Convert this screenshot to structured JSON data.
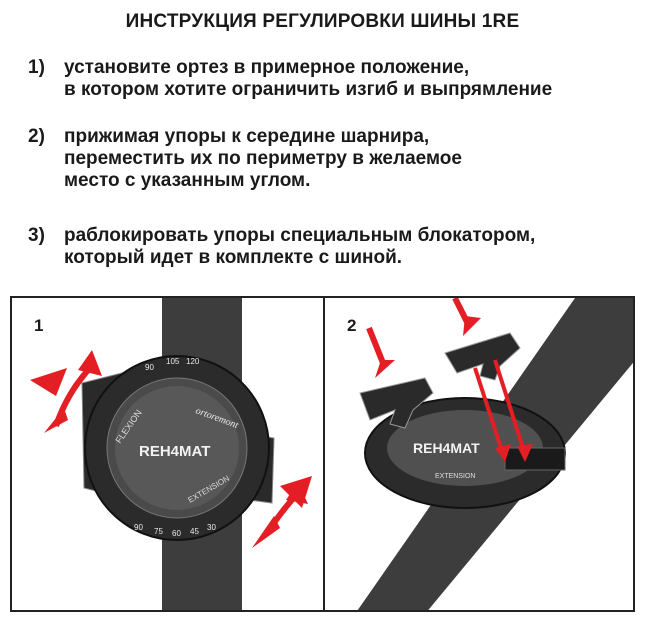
{
  "title": "ИНСТРУКЦИЯ РЕГУЛИРОВКИ ШИНЫ 1RE",
  "steps": [
    {
      "num": "1)",
      "text": "установите ортез в примерное положение,\nв котором хотите ограничить изгиб и выпрямление"
    },
    {
      "num": "2)",
      "text": "прижимая упоры к середине шарнира,\nпереместить их по периметру в желаемое\nместо с указанным углом."
    },
    {
      "num": "3)",
      "text": "раблокировать упоры специальным блокатором,\nкоторый идет в комплекте с шиной."
    }
  ],
  "panels": [
    {
      "number": "1",
      "brand": "REH4MAT",
      "logo_script": "ortoremont",
      "flexion_label": "FLEXION",
      "extension_label": "EXTENSION",
      "scale_top": [
        "90",
        "105",
        "120"
      ],
      "scale_bottom": [
        "90",
        "75",
        "60",
        "45",
        "30"
      ]
    },
    {
      "number": "2",
      "brand": "REH4MAT",
      "extension_label": "EXTENSION"
    }
  ],
  "colors": {
    "arrow": "#e31e24",
    "strap": "#3a3a3a",
    "dial": "#222222",
    "dial_text": "#e8e8e8"
  }
}
